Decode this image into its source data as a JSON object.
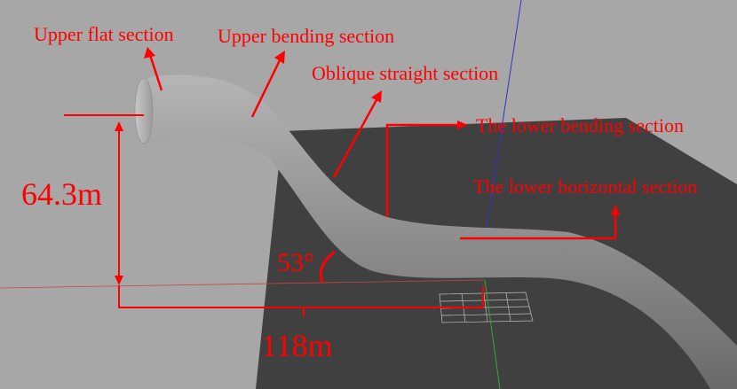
{
  "labels": {
    "upper_flat": "Upper flat section",
    "upper_bending": "Upper bending section",
    "oblique_straight": "Oblique straight section",
    "lower_bending": "The lower bending section",
    "lower_horizontal": "The lower horizontal section"
  },
  "dimensions": {
    "height": "64.3m",
    "length": "118m",
    "angle": "53°"
  },
  "colors": {
    "background": "#a7a7a7",
    "ground": "#404040",
    "annotation": "#ff0000",
    "pipe": "#8f8f8f",
    "axis_vertical": "#3333cc",
    "axis_horizontal": "#cc4444",
    "axis_depth": "#33aa33"
  }
}
